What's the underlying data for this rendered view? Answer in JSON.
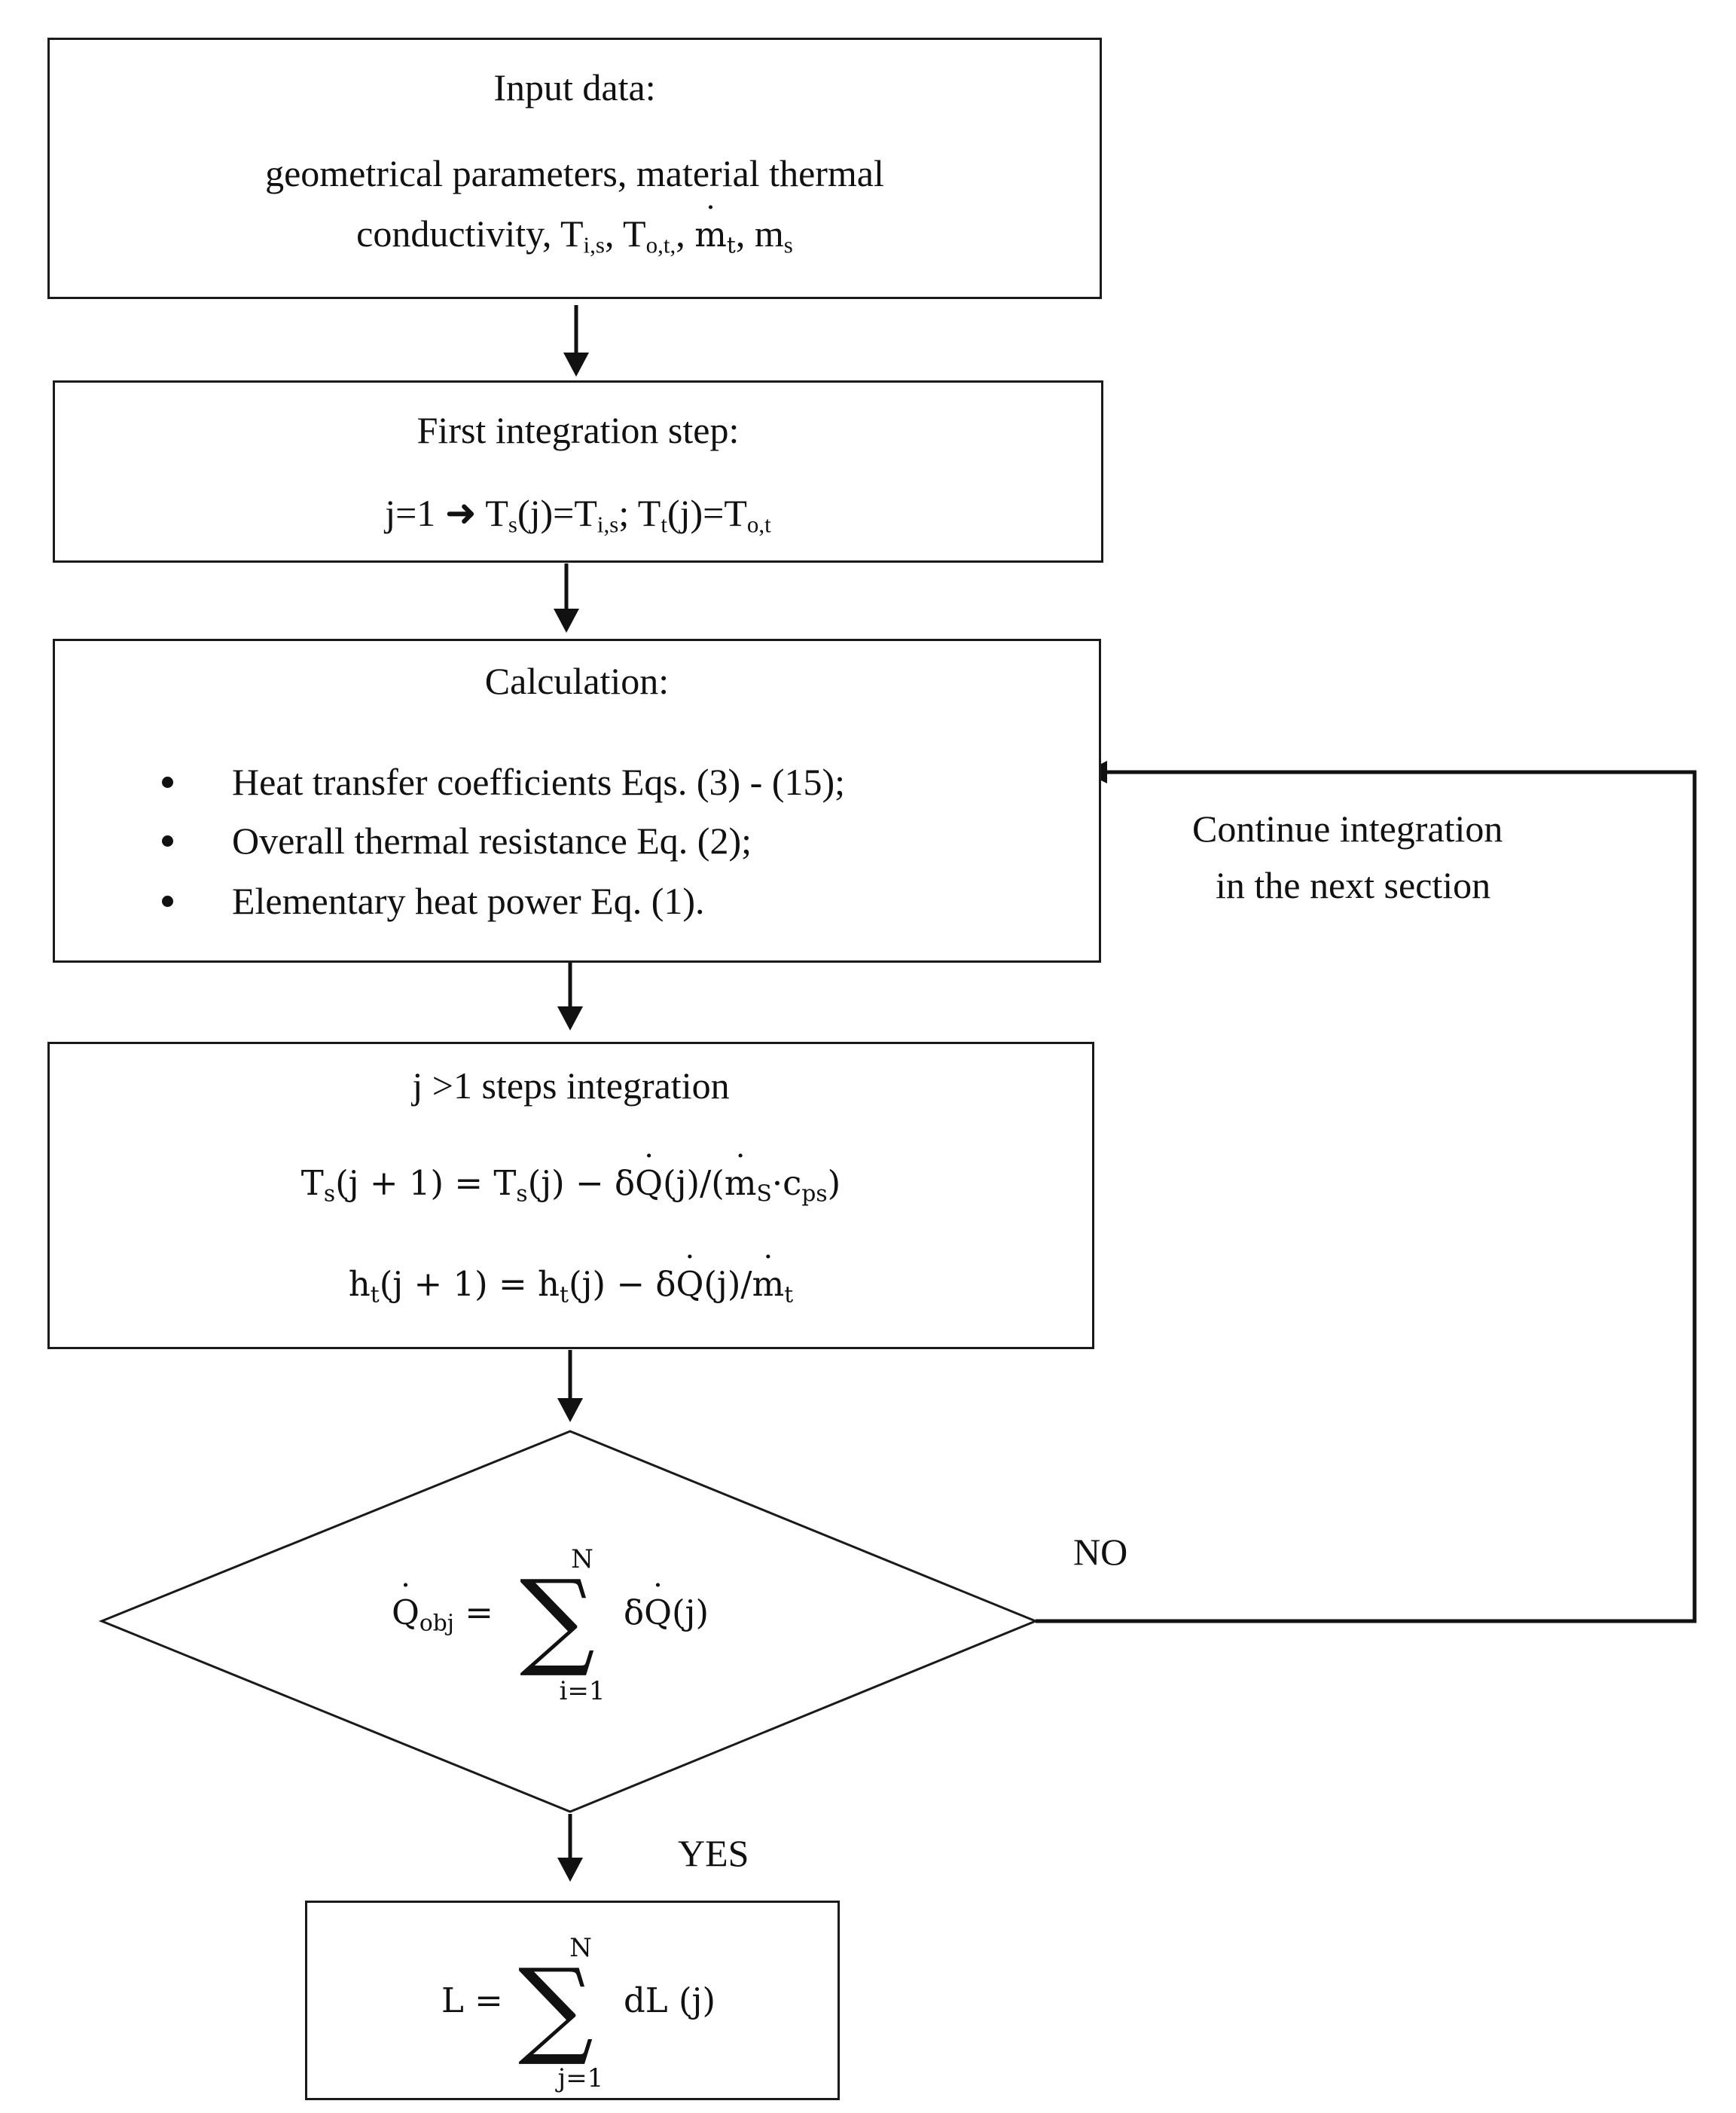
{
  "input_box": {
    "title": "Input data:",
    "line1": "geometrical parameters, material thermal",
    "line2": "conductivity, T"
  },
  "first_step_box": {
    "title": "First integration step:",
    "formula_prefix": "j=1"
  },
  "calculation_box": {
    "title": "Calculation:",
    "items": [
      "Heat transfer coefficients Eqs. (3) - (15);",
      "Overall thermal resistance Eq. (2);",
      "Elementary heat power Eq. (1)."
    ]
  },
  "steps_box": {
    "title": "j >1 steps integration"
  },
  "loop_label": {
    "line1": "Continue integration",
    "line2": "in the next section"
  },
  "decision": {
    "no_label": "NO",
    "yes_label": "YES",
    "upper_limit": "N",
    "lower_limit": "i=1"
  },
  "result_box": {
    "upper_limit": "N",
    "lower_limit": "j=1"
  }
}
